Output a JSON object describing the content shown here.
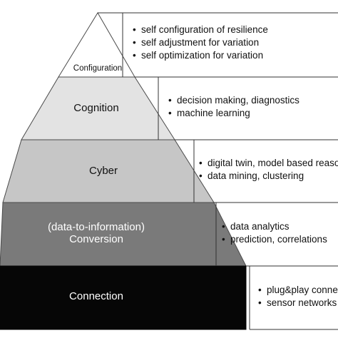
{
  "layers": [
    {
      "label": "Configuration",
      "bullets": [
        "self configuration of resilience",
        "self adjustment for variation",
        "self optimization for variation"
      ]
    },
    {
      "label": "Cognition",
      "bullets": [
        "decision making, diagnostics",
        "machine learning"
      ]
    },
    {
      "label": "Cyber",
      "bullets": [
        "digital twin, model based reasoning",
        "data mining, clustering"
      ]
    },
    {
      "label_line1": "(data-to-information)",
      "label_line2": "Conversion",
      "bullets": [
        "data analytics",
        "prediction, correlations"
      ]
    },
    {
      "label": "Connection",
      "bullets": [
        "plug&play connection",
        "sensor networks"
      ]
    }
  ],
  "colors": {
    "configuration": "#ffffff",
    "cognition": "#e3e3e3",
    "cyber": "#c6c6c6",
    "conversion": "#7a7a7a",
    "connection": "#060606",
    "outline": "#4a4a4a"
  }
}
